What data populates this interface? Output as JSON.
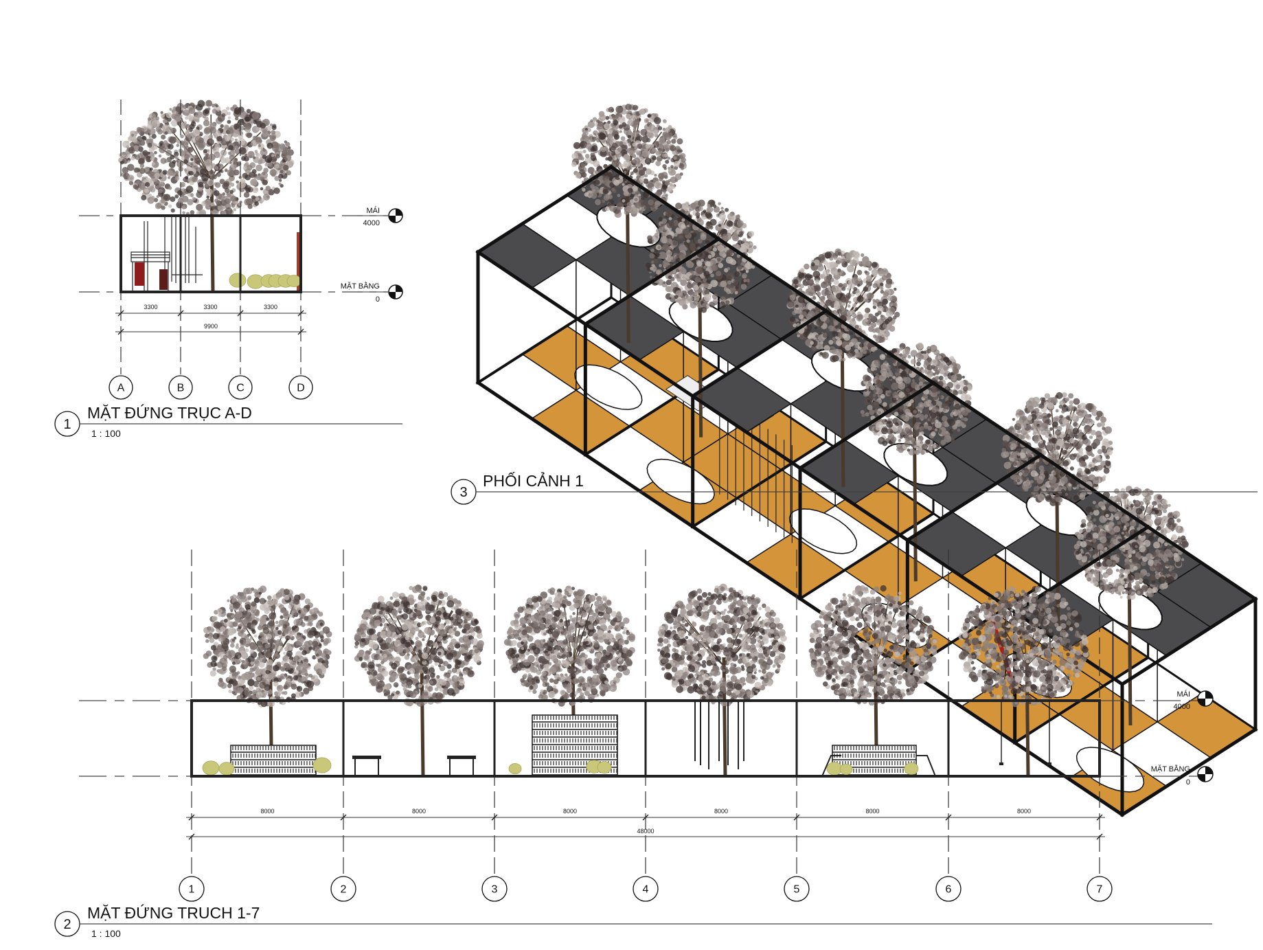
{
  "views": [
    {
      "number": "1",
      "title": "MẶT ĐỨNG TRỤC A-D",
      "scale": "1 : 100"
    },
    {
      "number": "2",
      "title": "MẶT ĐỨNG TRUCH 1-7",
      "scale": "1 : 100"
    },
    {
      "number": "3",
      "title": "PHỐI CẢNH 1"
    }
  ],
  "levels": {
    "roof": {
      "name": "MÁI",
      "value": "4000"
    },
    "floor": {
      "name": "MẶT BẰNG",
      "value": "0"
    }
  },
  "elevation_ad": {
    "grids": [
      "A",
      "B",
      "C",
      "D"
    ],
    "spans": [
      "3300",
      "3300",
      "3300"
    ],
    "total": "9900"
  },
  "elevation_17": {
    "grids": [
      "1",
      "2",
      "3",
      "4",
      "5",
      "6",
      "7"
    ],
    "spans": [
      "8000",
      "8000",
      "8000",
      "8000",
      "8000",
      "8000"
    ],
    "total": "48000"
  },
  "colors": {
    "frame": "#111111",
    "roof": "#4b4b4d",
    "floor": "#d4943a",
    "bush": "#c9c77a",
    "red": "#8e1c1c",
    "foliage": "#6a5d5a"
  }
}
